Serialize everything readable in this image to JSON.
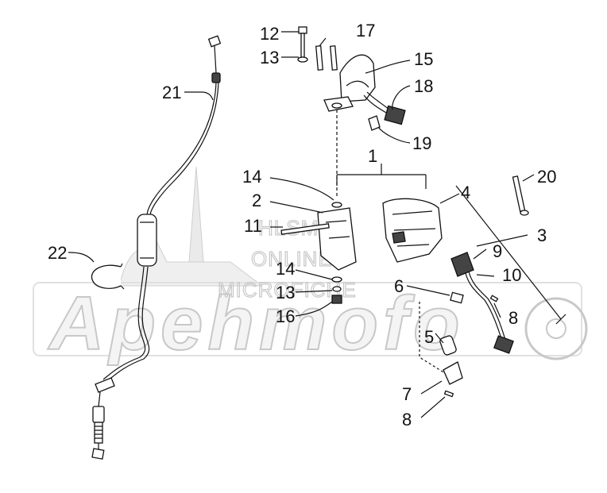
{
  "watermark": {
    "brand": "Apehmofo",
    "lines": [
      "HLSM'S",
      "ONLINE",
      "MICROFICHE"
    ]
  },
  "callouts": [
    {
      "id": "c21",
      "text": "21"
    },
    {
      "id": "c22",
      "text": "22"
    },
    {
      "id": "c12",
      "text": "12"
    },
    {
      "id": "c13a",
      "text": "13"
    },
    {
      "id": "c17",
      "text": "17"
    },
    {
      "id": "c15",
      "text": "15"
    },
    {
      "id": "c18",
      "text": "18"
    },
    {
      "id": "c19",
      "text": "19"
    },
    {
      "id": "c1",
      "text": "1"
    },
    {
      "id": "c14a",
      "text": "14"
    },
    {
      "id": "c2",
      "text": "2"
    },
    {
      "id": "c11",
      "text": "11"
    },
    {
      "id": "c14b",
      "text": "14"
    },
    {
      "id": "c13b",
      "text": "13"
    },
    {
      "id": "c16",
      "text": "16"
    },
    {
      "id": "c4",
      "text": "4"
    },
    {
      "id": "c20",
      "text": "20"
    },
    {
      "id": "c3",
      "text": "3"
    },
    {
      "id": "c9",
      "text": "9"
    },
    {
      "id": "c10",
      "text": "10"
    },
    {
      "id": "c6",
      "text": "6"
    },
    {
      "id": "c8a",
      "text": "8"
    },
    {
      "id": "c5",
      "text": "5"
    },
    {
      "id": "c7",
      "text": "7"
    },
    {
      "id": "c8b",
      "text": "8"
    }
  ]
}
